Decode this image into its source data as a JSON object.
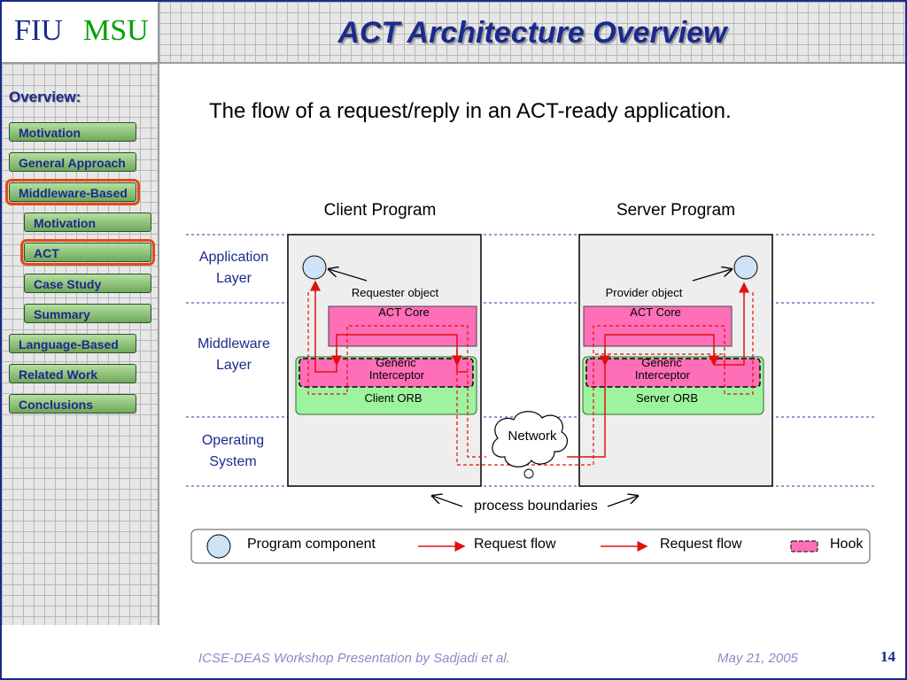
{
  "header": {
    "logo_fiu": "FIU",
    "logo_msu": "MSU",
    "title": "ACT Architecture Overview"
  },
  "sidebar": {
    "heading": "Overview:",
    "items": [
      {
        "label": "Motivation",
        "selected": false
      },
      {
        "label": "General Approach",
        "selected": false
      },
      {
        "label": "Middleware-Based",
        "selected": true
      },
      {
        "label": "Motivation",
        "selected": false
      },
      {
        "label": "ACT",
        "selected": true
      },
      {
        "label": "Case Study",
        "selected": false
      },
      {
        "label": "Summary",
        "selected": false
      },
      {
        "label": "Language-Based",
        "selected": false
      },
      {
        "label": "Related Work",
        "selected": false
      },
      {
        "label": "Conclusions",
        "selected": false
      }
    ]
  },
  "content": {
    "subtitle": "The flow of a request/reply in an ACT-ready application.",
    "diagram": {
      "client_title": "Client Program",
      "server_title": "Server Program",
      "layers": {
        "app_1": "Application",
        "app_2": "Layer",
        "mw_1": "Middleware",
        "mw_2": "Layer",
        "os_1": "Operating",
        "os_2": "System"
      },
      "requester": "Requester object",
      "provider": "Provider object",
      "act_core": "ACT Core",
      "generic": "Generic",
      "interceptor": "Interceptor",
      "client_orb": "Client ORB",
      "server_orb": "Server ORB",
      "network": "Network",
      "boundaries": "process boundaries"
    },
    "legend": {
      "component": "Program component",
      "request1": "Request flow",
      "request2": "Request flow",
      "hook": "Hook"
    }
  },
  "footer": {
    "left": "ICSE-DEAS Workshop Presentation by Sadjadi et al.",
    "date": "May 21, 2005",
    "page": "14"
  },
  "colors": {
    "accent": "#1a2a8c",
    "msu": "#00a000",
    "flow": "#e01010",
    "act": "#ff6fb8",
    "orb": "#9ef39e",
    "selected": "#e04a14"
  }
}
